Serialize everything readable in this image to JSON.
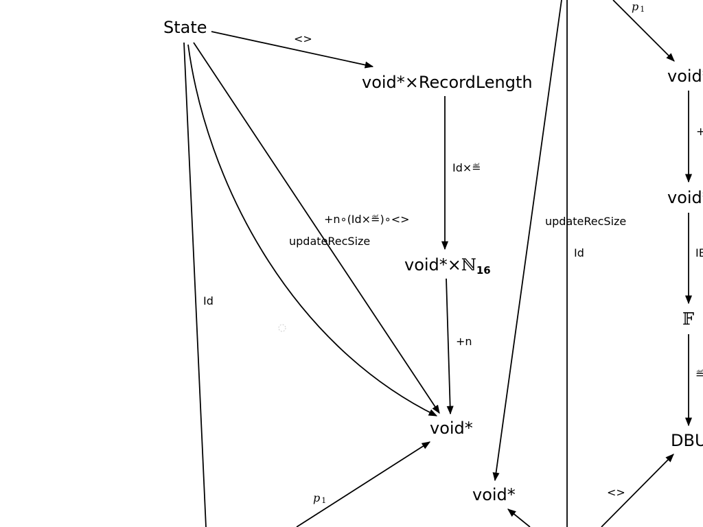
{
  "nodes": {
    "state": "State",
    "record_pair": "void*×RecordLength",
    "void_n16_prefix": "void*×",
    "n16_symbol": "ℕ",
    "n16_subscript": "16",
    "void_center": "void*",
    "void_lower": "void*",
    "void_right_top": "void*",
    "void_right_mid": "void*",
    "f_symbol": "𝔽",
    "dbu": "DBU"
  },
  "edge_labels": {
    "pair": "<>",
    "id_def": "Id×≝",
    "compose": "+n∘(Id×≝)∘<>",
    "update_left": "updateRecSize",
    "id_left": "Id",
    "plus_n": "+n",
    "p1_bottom": "p",
    "p1_bottom_sub": "1",
    "update_mid": "updateRecSize",
    "id_mid": "Id",
    "p1_top": "p",
    "p1_top_sub": "1",
    "plus_right": "+",
    "ib_right": "IB",
    "def_right": "≝",
    "pair_bottom": "<>"
  }
}
